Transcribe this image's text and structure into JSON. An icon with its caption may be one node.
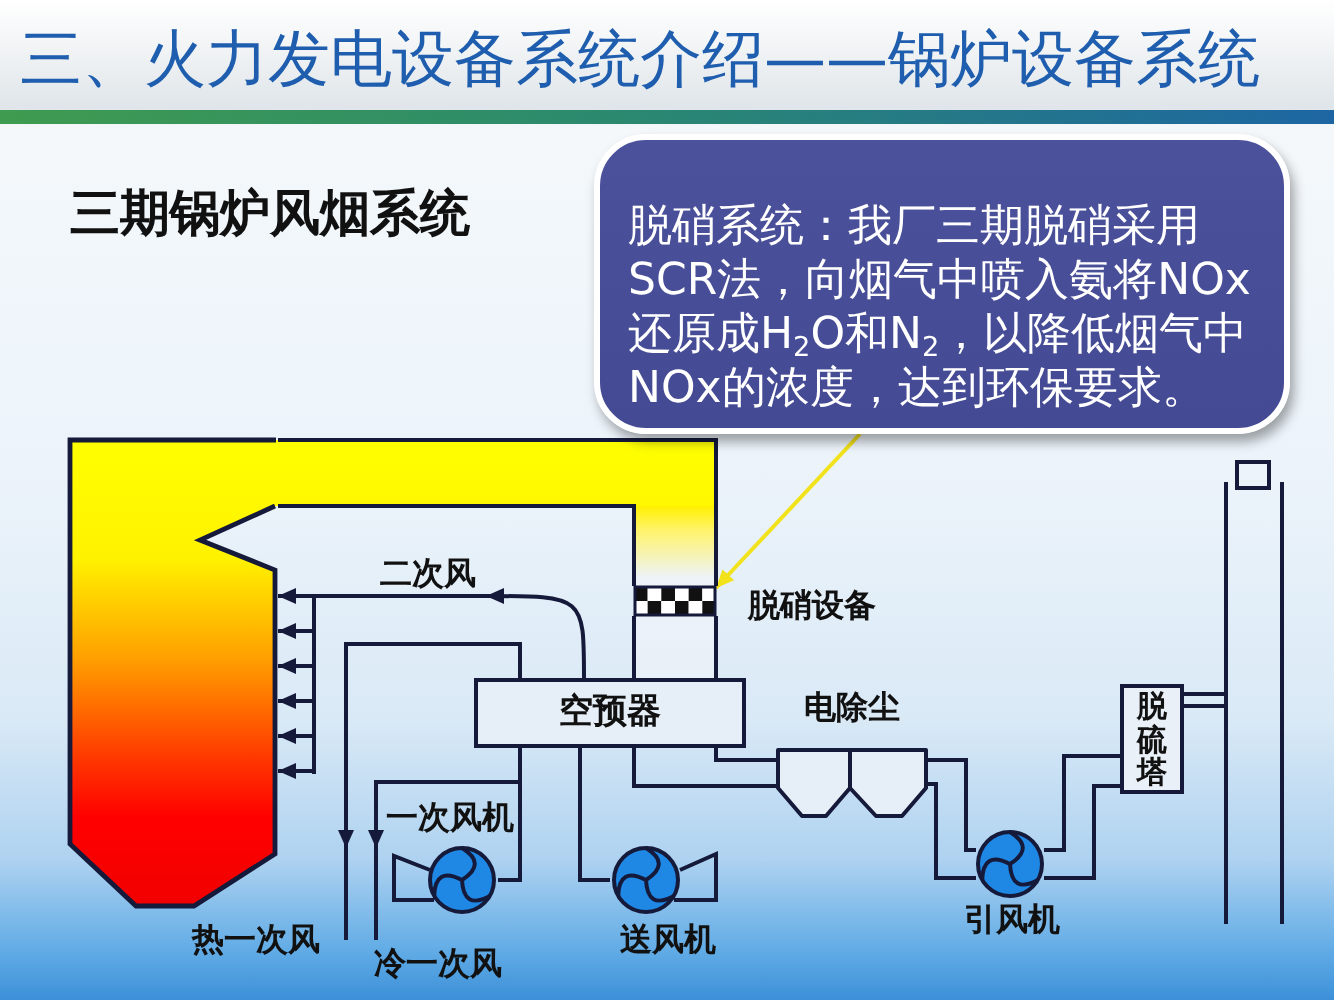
{
  "diagram": {
    "title": "三、火力发电设备系统介绍——锅炉设备系统",
    "nodes": [
      {
        "text": [
          "脱硝系统：我厂三期脱硝采用SCR法，向烟气中喷入氨将NOx还原成H$_{2}$O和N$_{2}$，以降低烟气中NOx的浓度，达到环保要求。"
        ]
      },
      {
        "text": [],
        "shape": "box"
      },
      {
        "text": [],
        "shape": "box",
        "beside": [
          "脱硝设备"
        ]
      },
      {
        "text": [
          "空预器"
        ]
      },
      {
        "text": [
          "电除尘"
        ]
      },
      {
        "text": [
          "脱硫塔"
        ]
      },
      {
        "text": [],
        "shape": "box"
      },
      {
        "text": [],
        "shape": "circle",
        "beside": [
          "一次风机"
        ]
      },
      {
        "text": [],
        "shape": "circle",
        "beside": [
          "送风机"
        ]
      },
      {
        "text": [],
        "shape": "circle",
        "beside": [
          "引风机"
        ]
      },
      {
        "text": [],
        "shape": "bar"
      }
    ],
    "edges": [
      {
        "from": 0,
        "to": 2,
        "arrow": "to",
        "color": "#f2e21c"
      },
      {
        "from": 3,
        "to": 1,
        "arrow": "to",
        "label": "二次风"
      },
      {
        "from": 10,
        "to": 1,
        "arrow": "to"
      },
      {
        "from": 10,
        "to": 1,
        "arrow": "to"
      },
      {
        "from": 10,
        "to": 1,
        "arrow": "to"
      },
      {
        "from": 10,
        "to": 1,
        "arrow": "to"
      },
      {
        "from": 10,
        "to": 1,
        "arrow": "to"
      },
      {
        "from": 3,
        "to": null,
        "arrow": "to",
        "label": "热一次风"
      },
      {
        "from": 7,
        "to": 3,
        "arrow": "none"
      },
      {
        "from": 7,
        "to": null,
        "arrow": "to",
        "label": "冷一次风"
      },
      {
        "from": 8,
        "to": 3,
        "arrow": "none"
      },
      {
        "from": 3,
        "to": 4,
        "arrow": "none"
      },
      {
        "from": 3,
        "to": 4,
        "arrow": "none"
      },
      {
        "from": 4,
        "to": 9,
        "arrow": "none"
      },
      {
        "from": 4,
        "to": 9,
        "arrow": "none"
      },
      {
        "from": 9,
        "to": 5,
        "arrow": "none"
      },
      {
        "from": 9,
        "to": 5,
        "arrow": "none"
      },
      {
        "from": 5,
        "to": 6,
        "arrow": "none"
      },
      {
        "from": 5,
        "to": 6,
        "arrow": "none"
      },
      {
        "from": 1,
        "to": 2,
        "arrow": "none"
      },
      {
        "from": 1,
        "to": 2,
        "arrow": "none"
      },
      {
        "from": 2,
        "to": 3,
        "arrow": "none"
      },
      {
        "from": 2,
        "to": 3,
        "arrow": "none"
      }
    ],
    "labels": [
      "三期锅炉风烟系统"
    ]
  }
}
